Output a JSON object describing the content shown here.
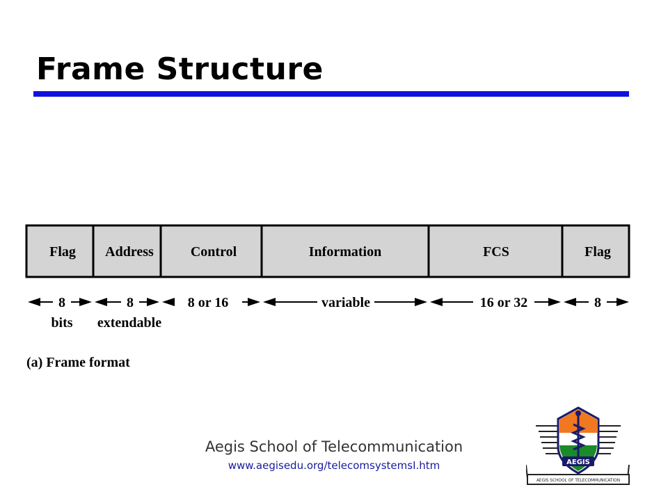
{
  "slide": {
    "title": "Frame Structure"
  },
  "diagram": {
    "fields": [
      {
        "label": "Flag",
        "size": "8"
      },
      {
        "label": "Address",
        "size": "8"
      },
      {
        "label": "Control",
        "size": "8 or 16"
      },
      {
        "label": "Information",
        "size": "variable"
      },
      {
        "label": "FCS",
        "size": "16 or 32"
      },
      {
        "label": "Flag",
        "size": "8"
      }
    ],
    "unit_label": "bits",
    "address_note": "extendable",
    "caption": "(a) Frame format"
  },
  "footer": {
    "organization": "Aegis School of Telecommunication",
    "url": "www.aegisedu.org/telecomsystemsI.htm"
  },
  "logo": {
    "text": "AEGIS",
    "subtext": "AEGIS SCHOOL OF TELECOMMUNICATION",
    "colors": {
      "saffron": "#f07820",
      "green": "#1a8a2a",
      "navy": "#1a1a6a"
    }
  }
}
